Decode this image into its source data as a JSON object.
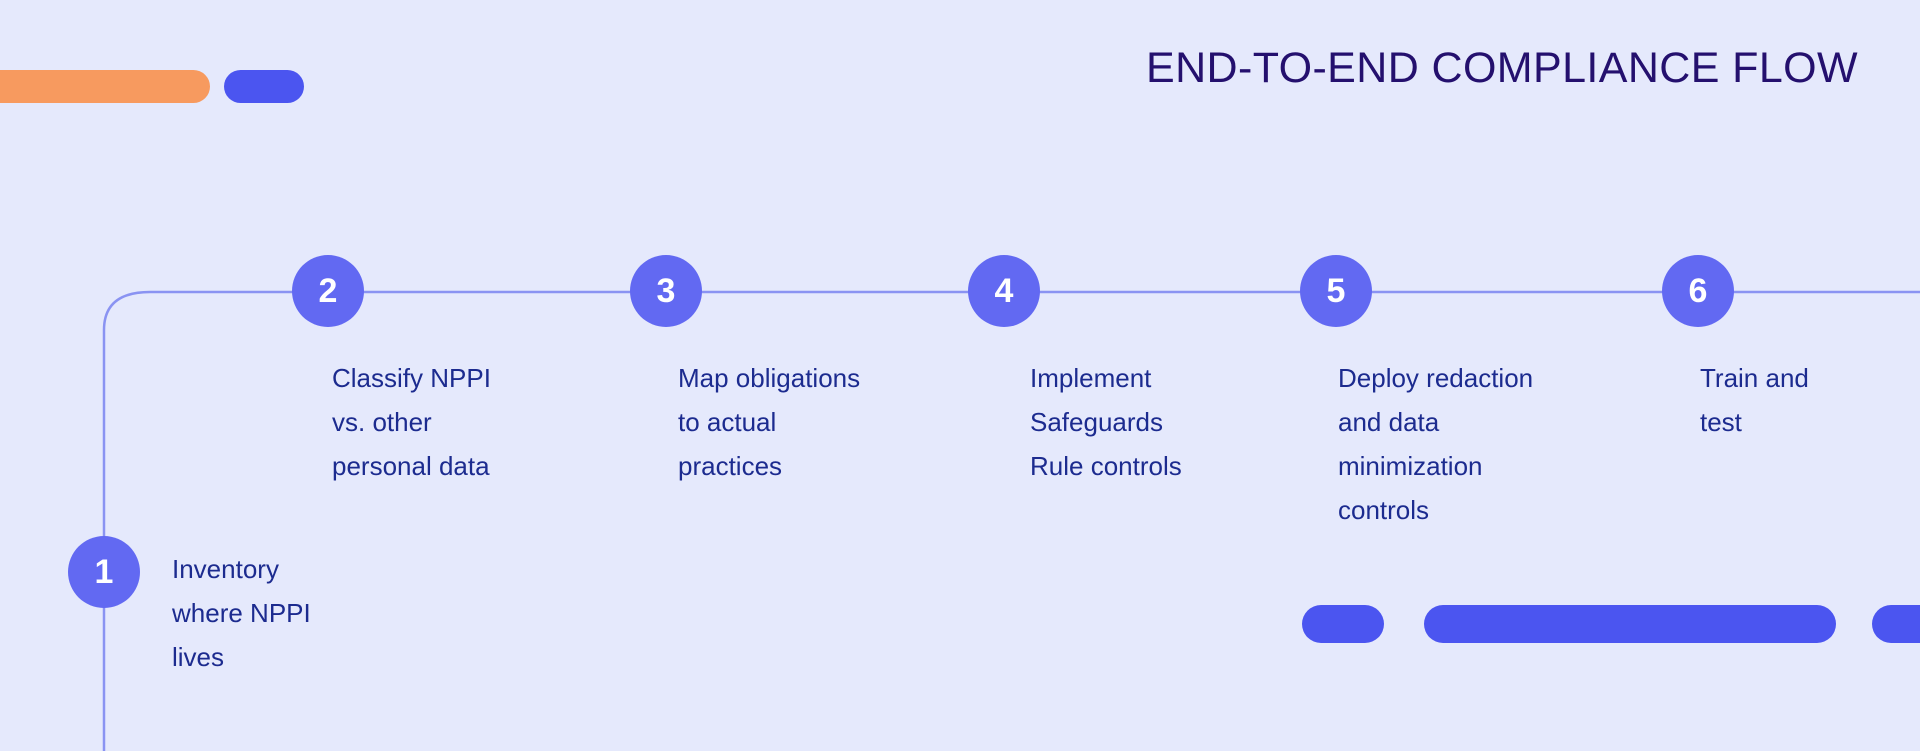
{
  "title": "END-TO-END COMPLIANCE FLOW",
  "colors": {
    "background": "#e5e9fc",
    "title_text": "#24106e",
    "step_circle": "#6269f2",
    "step_number_text": "#ffffff",
    "step_label_text": "#1c2b8f",
    "connector_line": "#8a93f2",
    "accent_orange": "#f79a5f",
    "accent_blue": "#4b55f0"
  },
  "decor": {
    "top_left_orange_pill": "orange-pill",
    "top_left_blue_pill": "blue-pill",
    "bottom_right_small_pill": "blue-pill",
    "bottom_right_long_pill": "blue-pill",
    "bottom_right_edge_pill": "blue-pill"
  },
  "steps": [
    {
      "number": "1",
      "label": "Inventory\nwhere NPPI\nlives"
    },
    {
      "number": "2",
      "label": "Classify NPPI\nvs. other\npersonal data"
    },
    {
      "number": "3",
      "label": "Map obligations\nto actual\npractices"
    },
    {
      "number": "4",
      "label": "Implement\nSafeguards\nRule controls"
    },
    {
      "number": "5",
      "label": "Deploy redaction\nand data\nminimization\ncontrols"
    },
    {
      "number": "6",
      "label": "Train and\ntest"
    }
  ]
}
